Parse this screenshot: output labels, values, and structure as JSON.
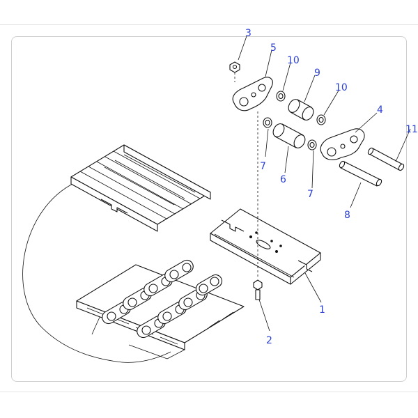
{
  "figure": {
    "callouts": [
      "3",
      "5",
      "10",
      "9",
      "10",
      "4",
      "11",
      "7",
      "6",
      "7",
      "8",
      "1",
      "2"
    ]
  },
  "colors": {
    "callout": "#2b3fd0",
    "line": "#111111",
    "frame": "#cfcfcf"
  }
}
